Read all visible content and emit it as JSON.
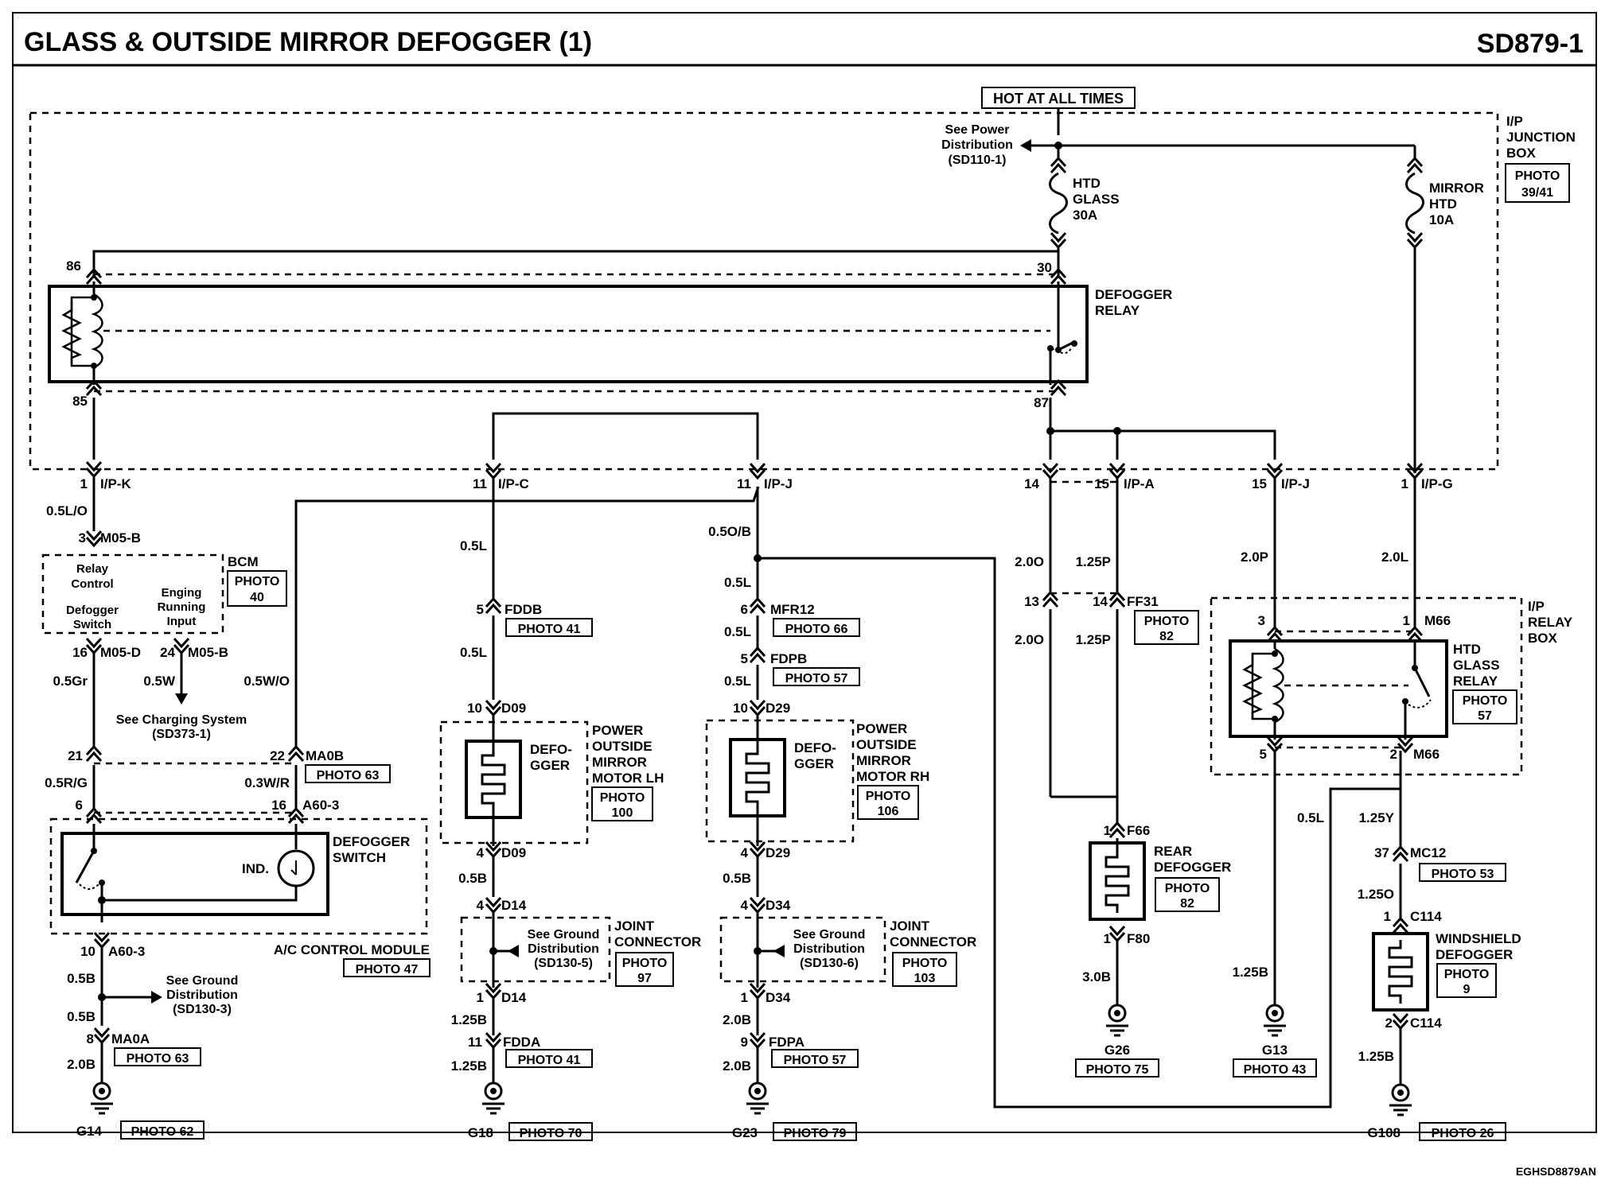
{
  "header": {
    "title": "GLASS & OUTSIDE MIRROR DEFOGGER (1)",
    "code": "SD879-1"
  },
  "footer": {
    "code": "EGHSD8879AN"
  },
  "power": {
    "hot": "HOT AT ALL TIMES",
    "see_power": [
      "See Power",
      "Distribution",
      "(SD110-1)"
    ]
  },
  "ip_box": {
    "label": [
      "I/P",
      "JUNCTION",
      "BOX"
    ],
    "photo": [
      "PHOTO",
      "39/41"
    ]
  },
  "fuses": {
    "htd": [
      "HTD",
      "GLASS",
      "30A"
    ],
    "mirror": [
      "MIRROR",
      "HTD",
      "10A"
    ]
  },
  "defogger_relay": {
    "label": [
      "DEFOGGER",
      "RELAY"
    ],
    "pins": [
      "86",
      "30",
      "85",
      "87"
    ]
  },
  "ip_connectors": {
    "ipk": {
      "pin": "1",
      "name": "I/P-K"
    },
    "ipc": {
      "pin": "11",
      "name": "I/P-C"
    },
    "ipj": {
      "pin": "11",
      "name": "I/P-J"
    },
    "ip14": {
      "pin": "14",
      "name": ""
    },
    "ipa": {
      "pin": "15",
      "name": "I/P-A"
    },
    "ipj2": {
      "pin": "15",
      "name": "I/P-J"
    },
    "ipg": {
      "pin": "1",
      "name": "I/P-G"
    }
  },
  "bcm": {
    "label": "BCM",
    "photo": [
      "PHOTO",
      "40"
    ],
    "relay_control": [
      "Relay",
      "Control"
    ],
    "defogger_switch": [
      "Defogger",
      "Switch"
    ],
    "engine_running": [
      "Enging",
      "Running",
      "Input"
    ],
    "see_charging": [
      "See Charging System",
      "(SD373-1)"
    ]
  },
  "wires": {
    "w_05LO": "0.5L/O",
    "w_05Gr": "0.5Gr",
    "w_05W": "0.5W",
    "w_05WO": "0.5W/O",
    "w_05RG": "0.5R/G",
    "w_03WR": "0.3W/R",
    "w_05B": "0.5B",
    "w_20B": "2.0B",
    "w_05L": "0.5L",
    "w_125B": "1.25B",
    "w_05OB": "0.5O/B",
    "w_20O": "2.0O",
    "w_125P": "1.25P",
    "w_20P": "2.0P",
    "w_20L": "2.0L",
    "w_30B": "3.0B",
    "w_125Y": "1.25Y",
    "w_125O": "1.25O"
  },
  "connectors": {
    "m05b": {
      "pin": "3",
      "name": "M05-B"
    },
    "m05d": {
      "pin": "16",
      "name": "M05-D"
    },
    "m05b2": {
      "pin": "24",
      "name": "M05-B"
    },
    "p21": "21",
    "ma0b": {
      "pin": "22",
      "name": "MA0B",
      "photo": "PHOTO 63"
    },
    "p6": "6",
    "a603": {
      "pin": "16",
      "name": "A60-3"
    },
    "a603b": {
      "pin": "10",
      "name": "A60-3"
    },
    "ma0a": {
      "pin": "8",
      "name": "MA0A",
      "photo": "PHOTO 63"
    },
    "fddb": {
      "pin": "5",
      "name": "FDDB",
      "photo": "PHOTO 41"
    },
    "d09a": {
      "pin": "10",
      "name": "D09"
    },
    "d09b": {
      "pin": "4",
      "name": "D09"
    },
    "d14a": {
      "pin": "4",
      "name": "D14"
    },
    "d14b": {
      "pin": "1",
      "name": "D14"
    },
    "fdda": {
      "pin": "11",
      "name": "FDDA",
      "photo": "PHOTO 41"
    },
    "mfr12": {
      "pin": "6",
      "name": "MFR12",
      "photo": "PHOTO 66"
    },
    "fdpb": {
      "pin": "5",
      "name": "FDPB",
      "photo": "PHOTO 57"
    },
    "d29a": {
      "pin": "10",
      "name": "D29"
    },
    "d29b": {
      "pin": "4",
      "name": "D29"
    },
    "d34a": {
      "pin": "4",
      "name": "D34"
    },
    "d34b": {
      "pin": "1",
      "name": "D34"
    },
    "fdpa": {
      "pin": "9",
      "name": "FDPA",
      "photo": "PHOTO 57"
    },
    "p13": "13",
    "ff31": {
      "pin": "14",
      "name": "FF31",
      "photo": [
        "PHOTO",
        "82"
      ]
    },
    "f66": {
      "pin": "1",
      "name": "F66"
    },
    "f80": {
      "pin": "1",
      "name": "F80"
    },
    "m66a": {
      "pin": "1",
      "name": "M66"
    },
    "p3": "3",
    "p5": "5",
    "m66b": {
      "pin": "2",
      "name": "M66"
    },
    "mc12": {
      "pin": "37",
      "name": "MC12",
      "photo": "PHOTO 53"
    },
    "c114a": {
      "pin": "1",
      "name": "C114"
    },
    "c114b": {
      "pin": "2",
      "name": "C114"
    }
  },
  "components": {
    "defogger_switch": [
      "DEFOGGER",
      "SWITCH"
    ],
    "ind": "IND.",
    "ac_module": "A/C CONTROL MODULE",
    "ac_photo": "PHOTO 47",
    "mirror_lh": [
      "POWER",
      "OUTSIDE",
      "MIRROR",
      "MOTOR LH"
    ],
    "mirror_lh_photo": [
      "PHOTO",
      "100"
    ],
    "mirror_rh": [
      "POWER",
      "OUTSIDE",
      "MIRROR",
      "MOTOR RH"
    ],
    "mirror_rh_photo": [
      "PHOTO",
      "106"
    ],
    "defogger_text": [
      "DEFO-",
      "GGER"
    ],
    "joint": [
      "JOINT",
      "CONNECTOR"
    ],
    "joint1_photo": [
      "PHOTO",
      "97"
    ],
    "joint2_photo": [
      "PHOTO",
      "103"
    ],
    "see_ground_1": [
      "See Ground",
      "Distribution",
      "(SD130-3)"
    ],
    "see_ground_2": [
      "See Ground",
      "Distribution",
      "(SD130-5)"
    ],
    "see_ground_3": [
      "See Ground",
      "Distribution",
      "(SD130-6)"
    ],
    "rear_defogger": [
      "REAR",
      "DEFOGGER"
    ],
    "rear_photo": [
      "PHOTO",
      "82"
    ],
    "windshield": [
      "WINDSHIELD",
      "DEFOGGER"
    ],
    "windshield_photo": [
      "PHOTO",
      "9"
    ],
    "htd_relay": [
      "HTD",
      "GLASS",
      "RELAY"
    ],
    "htd_relay_photo": [
      "PHOTO",
      "57"
    ],
    "ip_relay_box": [
      "I/P",
      "RELAY",
      "BOX"
    ]
  },
  "grounds": {
    "g14": {
      "name": "G14",
      "photo": "PHOTO 62"
    },
    "g18": {
      "name": "G18",
      "photo": "PHOTO 70"
    },
    "g23": {
      "name": "G23",
      "photo": "PHOTO 79"
    },
    "g26": {
      "name": "G26",
      "photo": "PHOTO 75"
    },
    "g13": {
      "name": "G13",
      "photo": "PHOTO 43"
    },
    "g108": {
      "name": "G108",
      "photo": "PHOTO 26"
    }
  }
}
